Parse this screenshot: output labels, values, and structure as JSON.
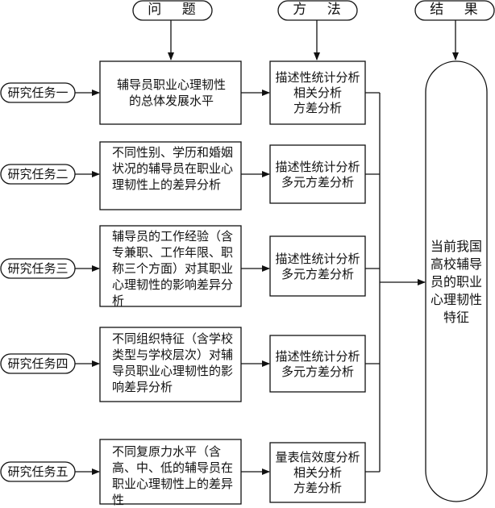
{
  "headers": {
    "problem": "问 题",
    "method": "方 法",
    "result": "结 果"
  },
  "tasks": [
    "研究任务一",
    "研究任务二",
    "研究任务三",
    "研究任务四",
    "研究任务五"
  ],
  "problems": [
    "辅导员职业心理韧性的总体发展水平",
    "不同性别、学历和婚姻状况的辅导员在职业心理韧性上的差异分析",
    "辅导员的工作经验（含专兼职、工作年限、职称三个方面）对其职业心理韧性的影响差异分析",
    "不同组织特征（含学校类型与学校层次）对辅导员职业心理韧性的影响差异分析",
    "不同复原力水平（含高、中、低的辅导员在职业心理韧性上的差异性"
  ],
  "methods": [
    [
      "描述性统计分析",
      "相关分析",
      "方差分析"
    ],
    [
      "描述性统计分析",
      "多元方差分析"
    ],
    [
      "描述性统计分析",
      "多元方差分析"
    ],
    [
      "描述性统计分析",
      "多元方差分析"
    ],
    [
      "量表信效度分析",
      "相关分析",
      "方差分析"
    ]
  ],
  "result": "当前我国高校辅导员的职业心理韧性特征"
}
